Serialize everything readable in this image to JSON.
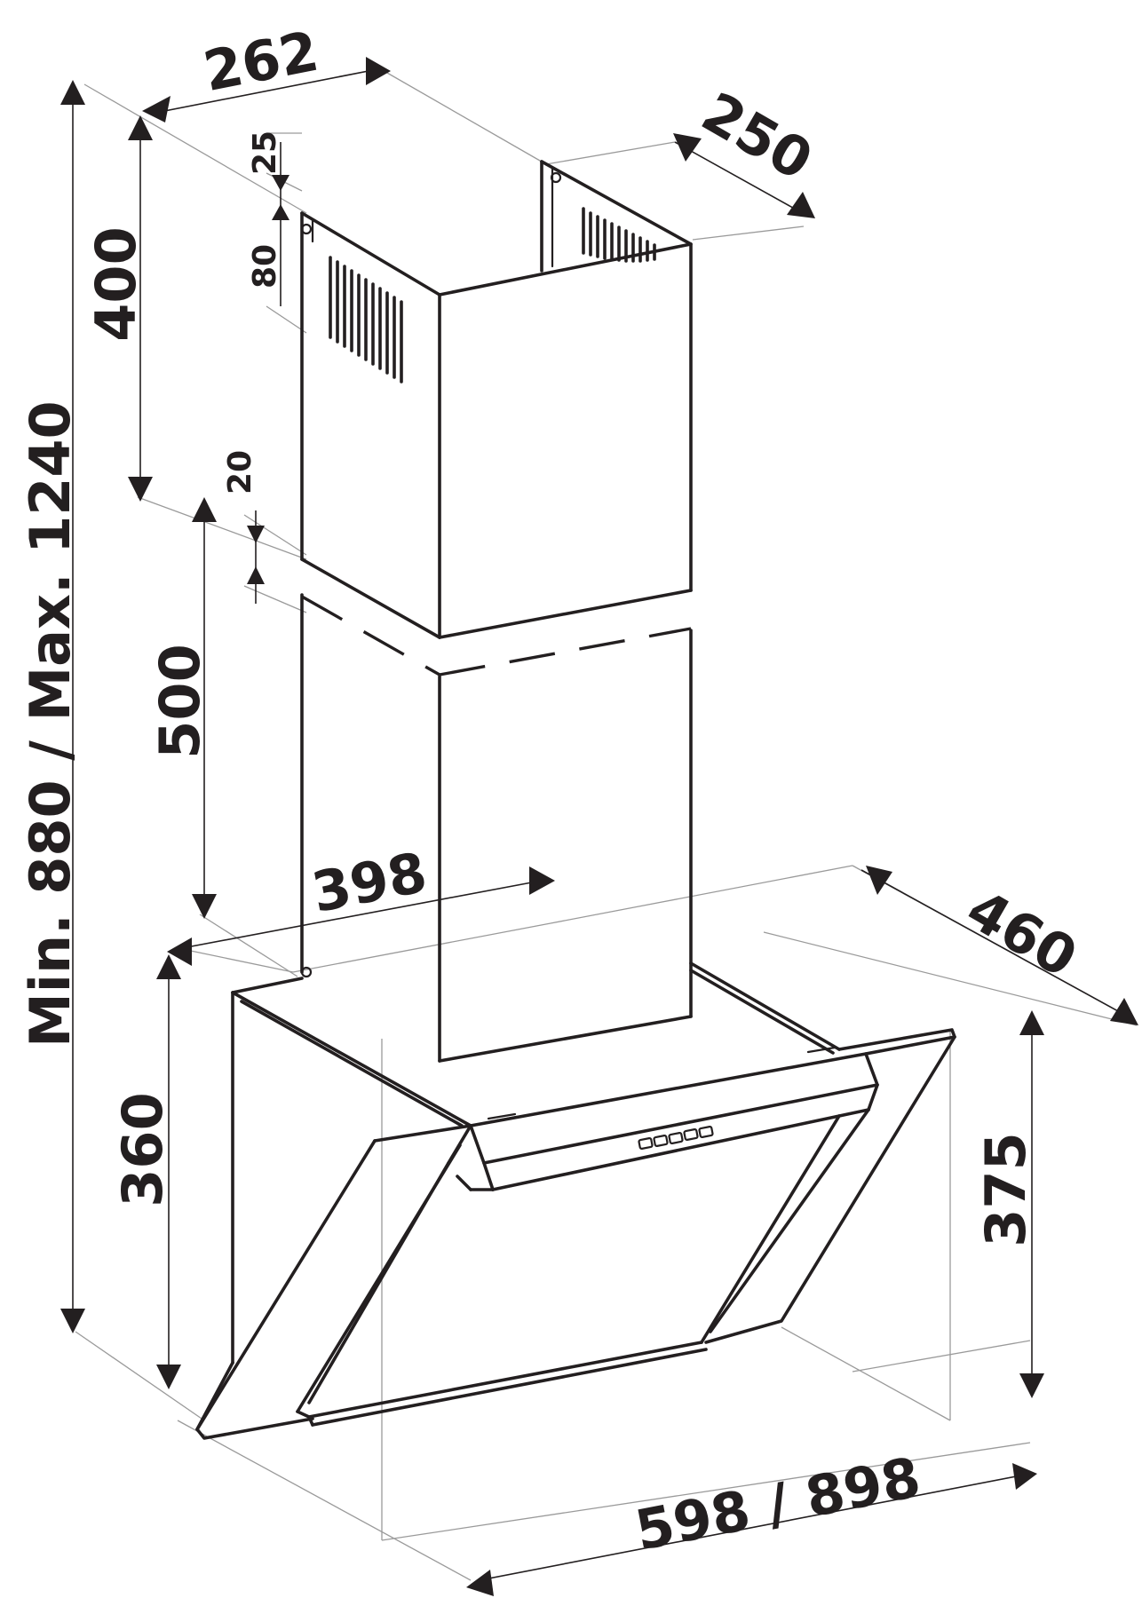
{
  "dimensions": {
    "total_height": "Min. 880 / Max. 1240",
    "chimney_depth": "262",
    "chimney_width": "250",
    "upper_chimney_height": "400",
    "bracket_offset_top": "25",
    "vent_height": "80",
    "overlap": "20",
    "lower_chimney_height": "500",
    "chimney_base_width": "398",
    "hood_depth": "460",
    "hood_back_height": "360",
    "hood_front_height": "375",
    "hood_width": "598 / 898"
  },
  "colors": {
    "line": "#231f20",
    "extension_line": "#9a9a9a",
    "background": "#ffffff"
  }
}
